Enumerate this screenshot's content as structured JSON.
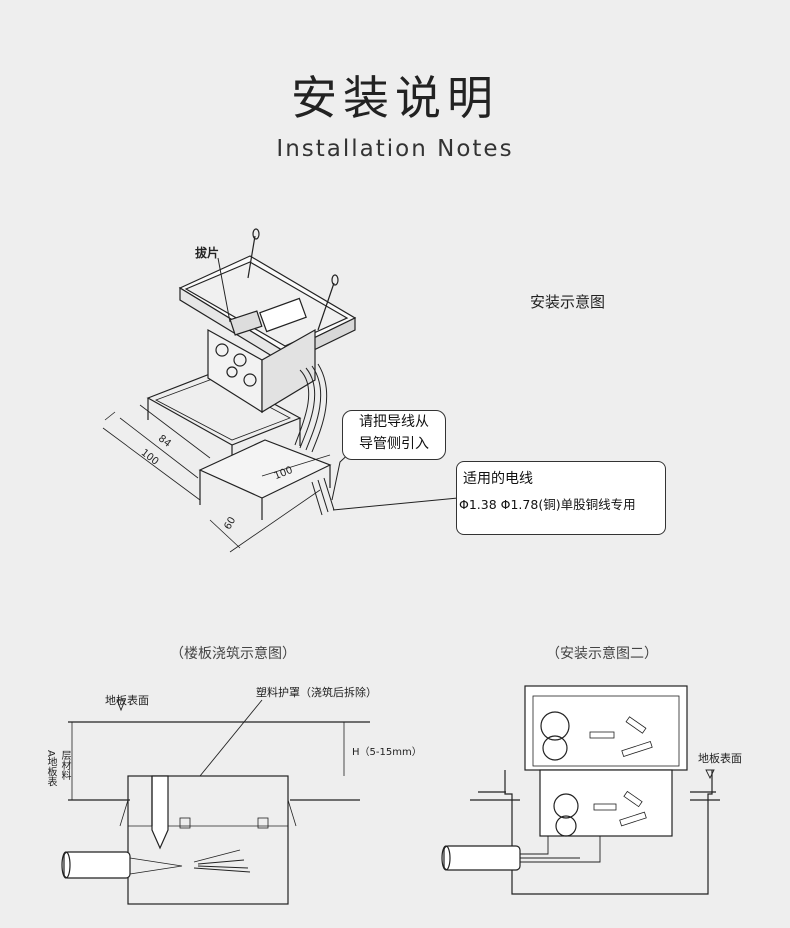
{
  "header": {
    "title_cn": "安装说明",
    "title_en": "Installation Notes"
  },
  "top_diagram": {
    "caption": "安装示意图",
    "tab_label": "拔片",
    "dim_84": "84",
    "dim_100_left": "100",
    "dim_100_right": "100",
    "dim_60": "60",
    "callout_wire_line1": "请把导线从",
    "callout_wire_line2": "导管侧引入",
    "callout_spec_line1": "适用的电线",
    "callout_spec_line2": "Φ1.38 Φ1.78(铜)单股铜线专用"
  },
  "bottom_left": {
    "caption": "（楼板浇筑示意图）",
    "floor_surface": "地板表面",
    "plastic_cover": "塑料护罩（浇筑后拆除）",
    "height": "H（5-15mm）",
    "side_label_1": "A地板表",
    "side_label_2": "层材料"
  },
  "bottom_right": {
    "caption": "（安装示意图二）",
    "floor_surface": "地板表面"
  }
}
